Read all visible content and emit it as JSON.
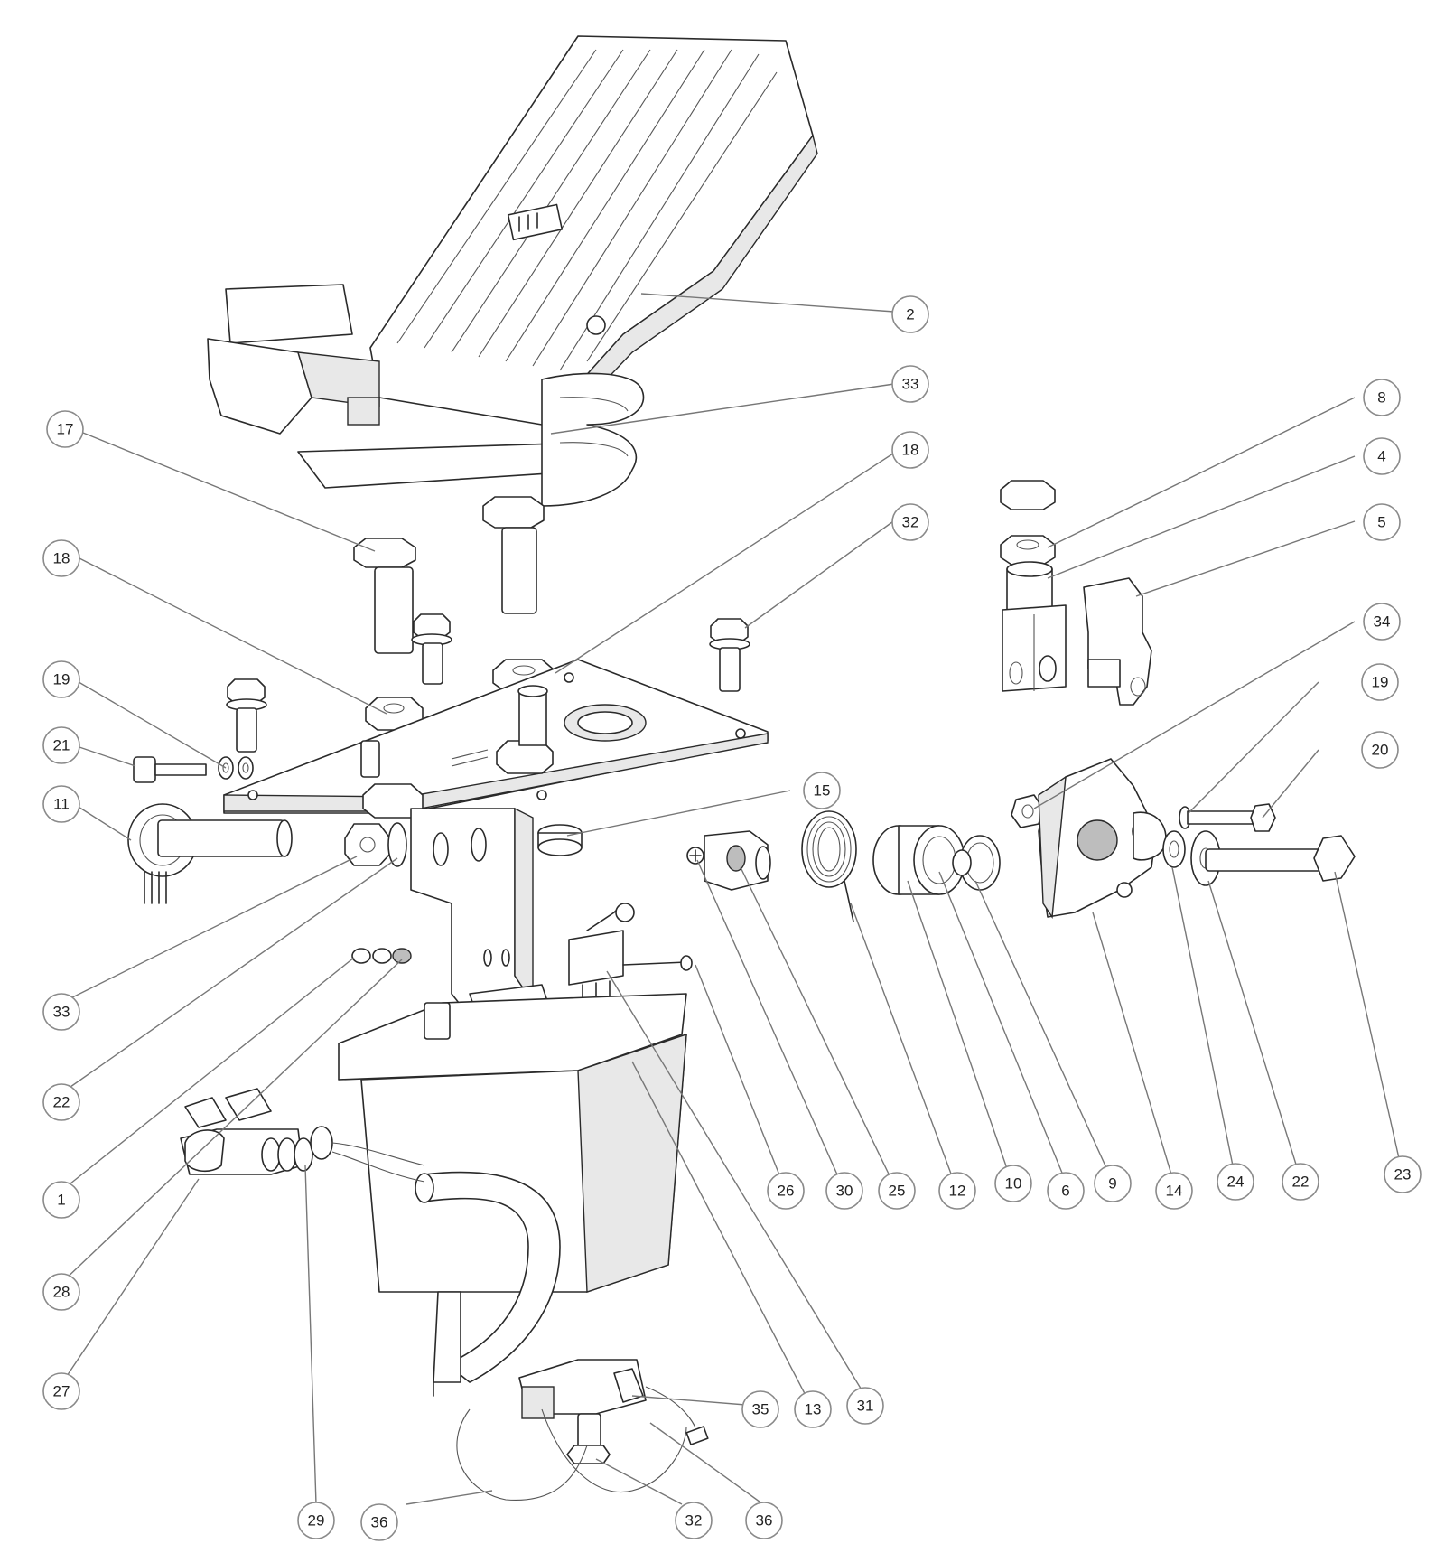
{
  "callouts": [
    {
      "label": "2"
    },
    {
      "label": "33"
    },
    {
      "label": "17"
    },
    {
      "label": "18"
    },
    {
      "label": "32"
    },
    {
      "label": "8"
    },
    {
      "label": "4"
    },
    {
      "label": "5"
    },
    {
      "label": "18"
    },
    {
      "label": "34"
    },
    {
      "label": "19"
    },
    {
      "label": "19"
    },
    {
      "label": "21"
    },
    {
      "label": "20"
    },
    {
      "label": "11"
    },
    {
      "label": "15"
    },
    {
      "label": "33"
    },
    {
      "label": "22"
    },
    {
      "label": "1"
    },
    {
      "label": "28"
    },
    {
      "label": "27"
    },
    {
      "label": "29"
    },
    {
      "label": "36"
    },
    {
      "label": "32"
    },
    {
      "label": "36"
    },
    {
      "label": "35"
    },
    {
      "label": "13"
    },
    {
      "label": "31"
    },
    {
      "label": "26"
    },
    {
      "label": "30"
    },
    {
      "label": "25"
    },
    {
      "label": "12"
    },
    {
      "label": "10"
    },
    {
      "label": "6"
    },
    {
      "label": "9"
    },
    {
      "label": "14"
    },
    {
      "label": "24"
    },
    {
      "label": "22"
    },
    {
      "label": "23"
    }
  ]
}
